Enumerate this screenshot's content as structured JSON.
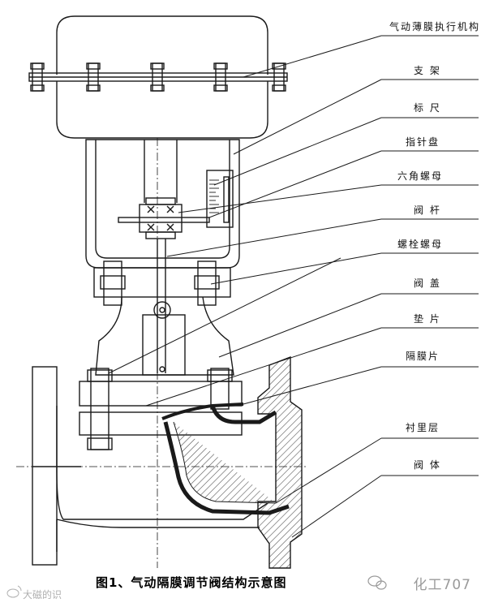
{
  "labels": [
    "气动薄膜执行机构",
    "支 架",
    "标 尺",
    "指针盘",
    "六角螺母",
    "阀 杆",
    "螺栓螺母",
    "阀 盖",
    "垫 片",
    "隔膜片",
    "衬里层",
    "阀 体"
  ],
  "caption": "图1、气动隔膜调节阀结构示意图",
  "watermark_brand": "化工707",
  "watermark_left": "大磁的识",
  "icons": [
    "wechat-icon",
    "weibo-icon"
  ],
  "colors": {
    "line": "#1a1a1a",
    "hatch": "#555555",
    "lining": "#2a2a2a"
  }
}
